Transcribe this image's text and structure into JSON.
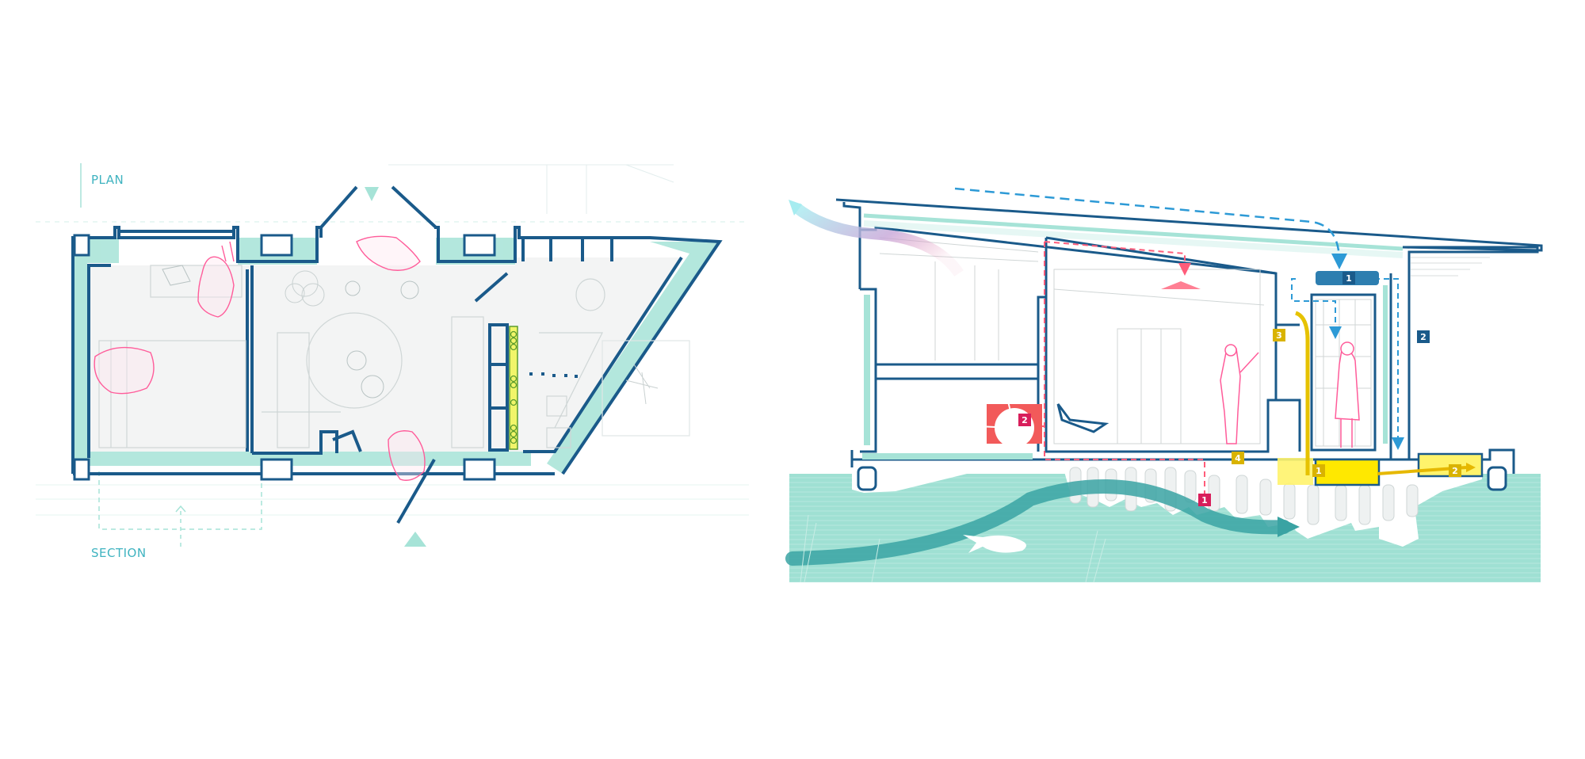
{
  "plan": {
    "title": "PLAN",
    "section_marker_label": "SECTION"
  },
  "section": {
    "markers": {
      "blue": [
        {
          "id": "1",
          "color": "#1a5a8a"
        },
        {
          "id": "2",
          "color": "#1a5a8a"
        }
      ],
      "red": [
        {
          "id": "1",
          "color": "#d81e5b"
        },
        {
          "id": "2",
          "color": "#d81e5b"
        }
      ],
      "yellow": [
        {
          "id": "1",
          "color": "#d9b300"
        },
        {
          "id": "2",
          "color": "#d9b300"
        },
        {
          "id": "3",
          "color": "#d9b300"
        },
        {
          "id": "4",
          "color": "#d9b300"
        }
      ]
    }
  },
  "colors": {
    "wall_outline": "#1a5a8a",
    "insulation": "#a6e3d7",
    "water": "#9fe0d3",
    "water_current": "#3aa3a3",
    "people": "#ff5c9a",
    "bike_storage": "#f25a5a",
    "water_tank": "#ffe800",
    "rain_flow": "#2d9ad6",
    "label_text": "#3fb3c0"
  }
}
